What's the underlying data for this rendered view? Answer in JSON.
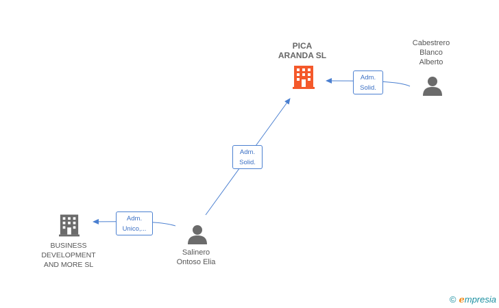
{
  "nodes": {
    "pica": {
      "line1": "PICA",
      "line2": "ARANDA SL",
      "color": "#f4592b",
      "type": "company"
    },
    "cabestrero": {
      "line1": "Cabestrero",
      "line2": "Blanco",
      "line3": "Alberto",
      "type": "person"
    },
    "business": {
      "line1": "BUSINESS",
      "line2": "DEVELOPMENT",
      "line3": "AND MORE SL",
      "color": "#6b6b6b",
      "type": "company"
    },
    "salinero": {
      "line1": "Salinero",
      "line2": "Ontoso Elia",
      "type": "person"
    }
  },
  "edges": {
    "cabestrero_pica": {
      "line1": "Adm.",
      "line2": "Solid."
    },
    "salinero_pica": {
      "line1": "Adm.",
      "line2": "Solid."
    },
    "salinero_business": {
      "line1": "Adm.",
      "line2": "Unico,..."
    }
  },
  "colors": {
    "edge": "#4a7fd0",
    "person": "#6b6b6b"
  },
  "footer": {
    "symbol": "©",
    "brand_initial": "e",
    "brand_rest": "mpresia"
  }
}
